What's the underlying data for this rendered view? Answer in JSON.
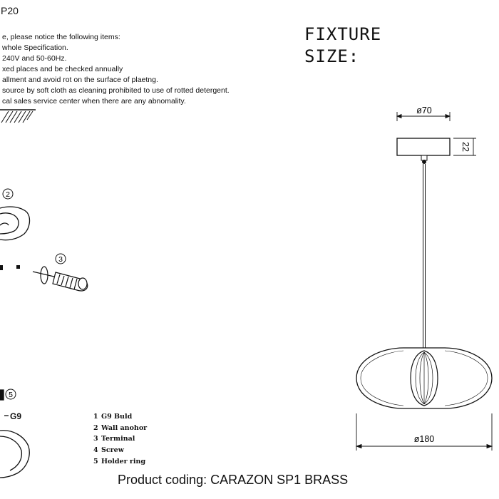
{
  "header": {
    "model_fragment": "P20"
  },
  "notice": {
    "lines": [
      "e, please notice the following items:",
      "whole Specification.",
      "240V and 50-60Hz.",
      "xed places and be checked annually",
      "allment and avoid rot on the surface of plaetng.",
      "source by soft cloth as cleaning prohibited to use of rotted detergent.",
      "cal sales service center when there are any abnomality."
    ]
  },
  "fixture": {
    "title_line1": "FIXTURE",
    "title_line2": "SIZE:",
    "dim_canopy_diameter": "ø70",
    "dim_canopy_height": "22",
    "dim_shade_diameter": "ø180"
  },
  "assembly": {
    "callout_2": "2",
    "callout_3": "3",
    "callout_5": "5",
    "bulb_label": "G9"
  },
  "parts": [
    {
      "num": "1",
      "name": "G9 Buld"
    },
    {
      "num": "2",
      "name": "Wall anohor"
    },
    {
      "num": "3",
      "name": "Terminal"
    },
    {
      "num": "4",
      "name": "Screw"
    },
    {
      "num": "5",
      "name": "Holder ring"
    }
  ],
  "footer": {
    "coding": "Product coding: CARAZON  SP1 BRASS"
  }
}
